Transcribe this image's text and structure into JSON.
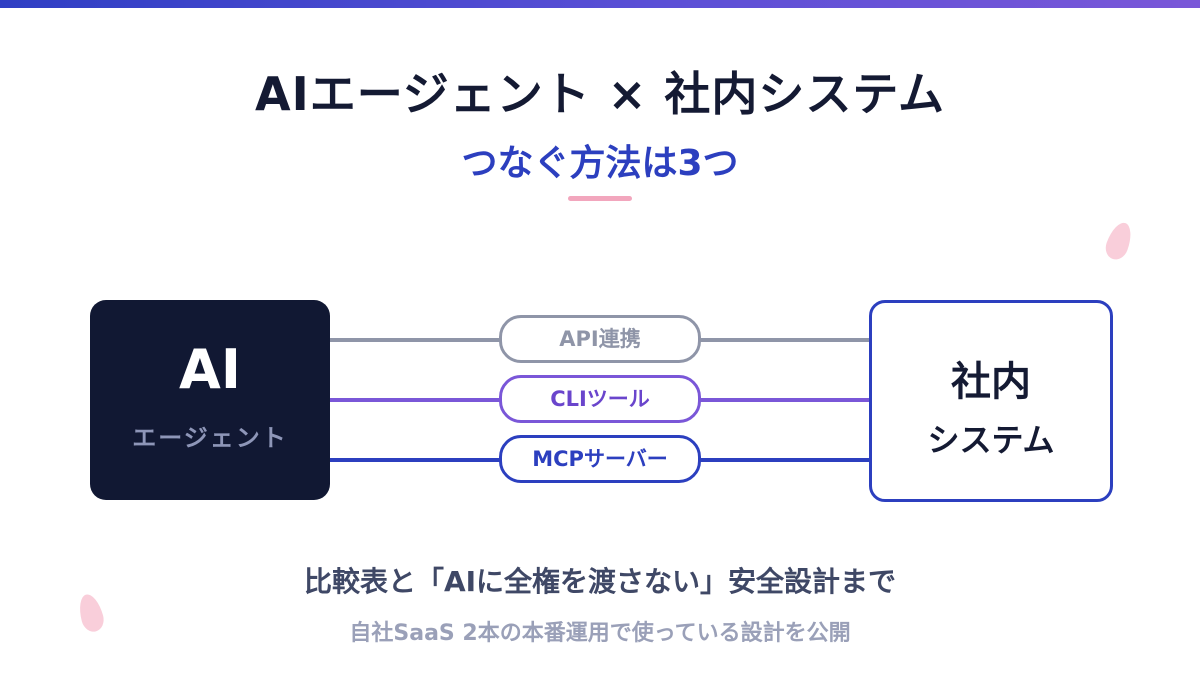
{
  "header": {
    "title": "AIエージェント × 社内システム",
    "subtitle": "つなぐ方法は3つ"
  },
  "left_node": {
    "label": "AI",
    "sublabel": "エージェント"
  },
  "right_node": {
    "line1": "社内",
    "line2": "システム"
  },
  "connections": [
    {
      "label": "API連携",
      "color": "#8f95a8"
    },
    {
      "label": "CLIツール",
      "color": "#7a57d8"
    },
    {
      "label": "MCPサーバー",
      "color": "#2c3fbf"
    }
  ],
  "footer": {
    "caption": "比較表と「AIに全権を渡さない」安全設計まで",
    "note": "自社SaaS 2本の本番運用で使っている設計を公開"
  },
  "colors": {
    "accent_blue": "#2c3fbf",
    "accent_purple": "#7a57d8",
    "dark_navy": "#111833",
    "gray": "#8f95a8",
    "sakura_pink": "#f8c6d4"
  }
}
